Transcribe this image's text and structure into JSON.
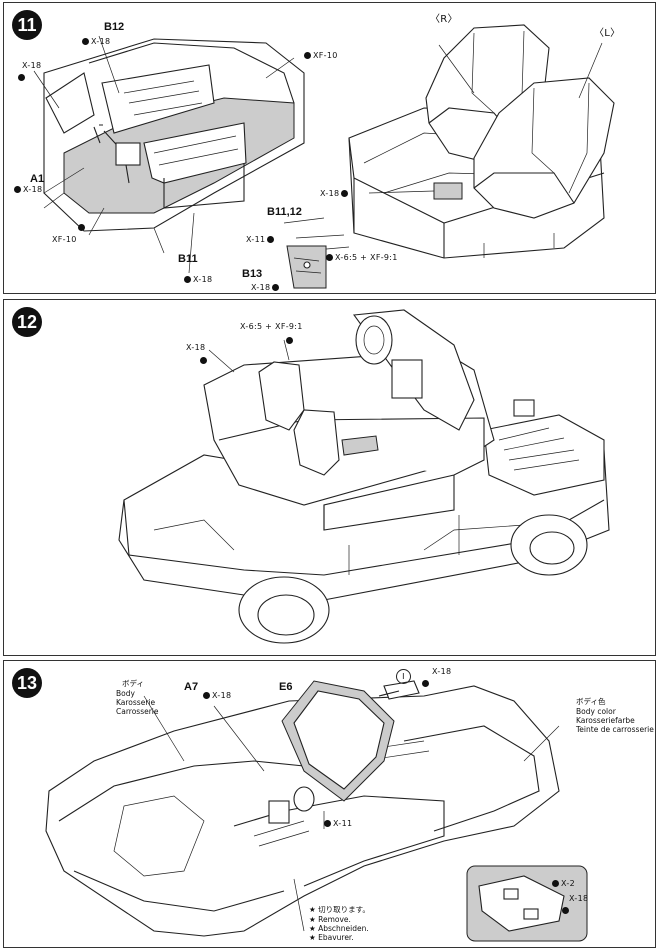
{
  "step11": {
    "number": "11",
    "labels": {
      "b12": "B12",
      "x18_top": "X-18",
      "x18_left": "X-18",
      "xf10_right": "XF-10",
      "a1": "A1",
      "x18_a1": "X-18",
      "xf10_left": "XF-10",
      "b11": "B11",
      "x18_b11": "X-18",
      "b11_12": "B11,12",
      "x11": "X-11",
      "x6_xf9": "X-6:5 + XF-9:1",
      "b13": "B13",
      "x18_b13": "X-18",
      "seat_r": "〈R〉",
      "seat_l": "〈L〉",
      "x18_seat": "X-18"
    }
  },
  "step12": {
    "number": "12",
    "labels": {
      "x6_xf9": "X-6:5 + XF-9:1",
      "x18": "X-18"
    }
  },
  "step13": {
    "number": "13",
    "labels": {
      "body_jp": "ボディ",
      "body_en": "Body",
      "body_de": "Karosserie",
      "body_fr": "Carrosserie",
      "a7": "A7",
      "x18_a7": "X-18",
      "e6": "E6",
      "circle_i": "I",
      "x18_top": "X-18",
      "color_jp": "ボディ色",
      "color_en": "Body color",
      "color_de": "Karosseriefarbe",
      "color_fr": "Teinte de carrosserie",
      "x11": "X-11",
      "x2": "X-2",
      "x18_detail": "X-18",
      "remove_jp": "★ 切り取ります。",
      "remove_en": "★ Remove.",
      "remove_de": "★ Abschneiden.",
      "remove_fr": "★ Ebavurer."
    }
  }
}
